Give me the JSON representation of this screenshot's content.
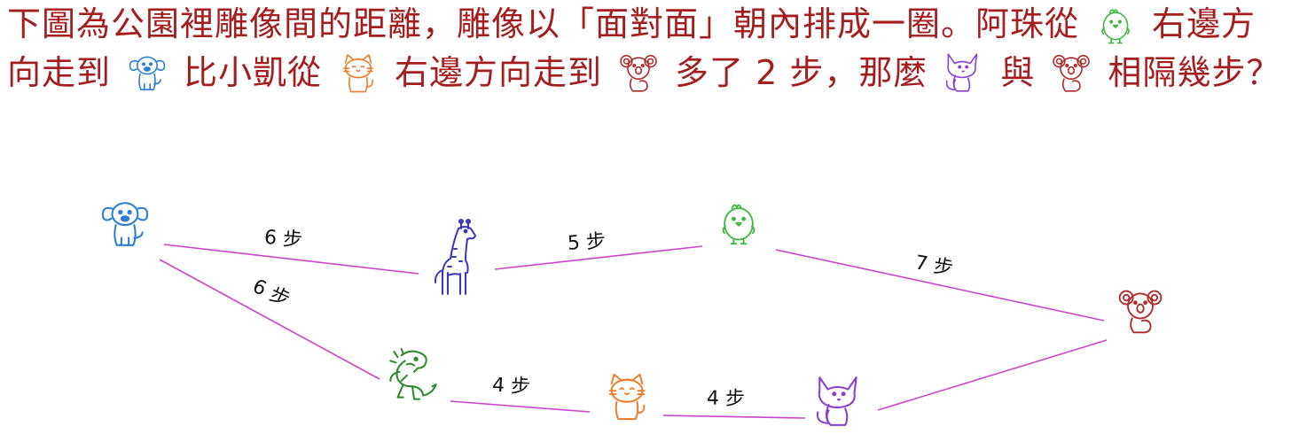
{
  "question": {
    "part1": "下圖為公園裡雕像間的距離，雕像以「面對面」朝內排成一圈。阿珠從",
    "part2": "右邊方向走到",
    "part3": "比小凱從",
    "part4": "右邊方向走到",
    "part5": "多了 2 步，那麼",
    "part6": "與",
    "part7": "相隔幾步？"
  },
  "statues": [
    {
      "id": "dog",
      "icon": "dog-icon",
      "color": "#2a7fd4"
    },
    {
      "id": "giraffe",
      "icon": "giraffe-icon",
      "color": "#3a36c0"
    },
    {
      "id": "bird",
      "icon": "bird-icon",
      "color": "#3cb93c"
    },
    {
      "id": "koala",
      "icon": "koala-icon",
      "color": "#b02a2a"
    },
    {
      "id": "fox",
      "icon": "fox-icon",
      "color": "#8a3fd0"
    },
    {
      "id": "cat",
      "icon": "cat-icon",
      "color": "#f07a2a"
    },
    {
      "id": "dragon",
      "icon": "dragon-icon",
      "color": "#2f8a2f"
    }
  ],
  "edges": [
    {
      "from": "dog",
      "to": "giraffe",
      "label": "6 步"
    },
    {
      "from": "giraffe",
      "to": "bird",
      "label": "5 步"
    },
    {
      "from": "bird",
      "to": "koala",
      "label": "7 步"
    },
    {
      "from": "dog",
      "to": "dragon",
      "label": "6 步"
    },
    {
      "from": "dragon",
      "to": "cat",
      "label": "4 步"
    },
    {
      "from": "cat",
      "to": "fox",
      "label": "4 步"
    },
    {
      "from": "fox",
      "to": "koala",
      "label": ""
    }
  ],
  "colors": {
    "text": "#a41e1e",
    "line": "#cc44cc"
  }
}
